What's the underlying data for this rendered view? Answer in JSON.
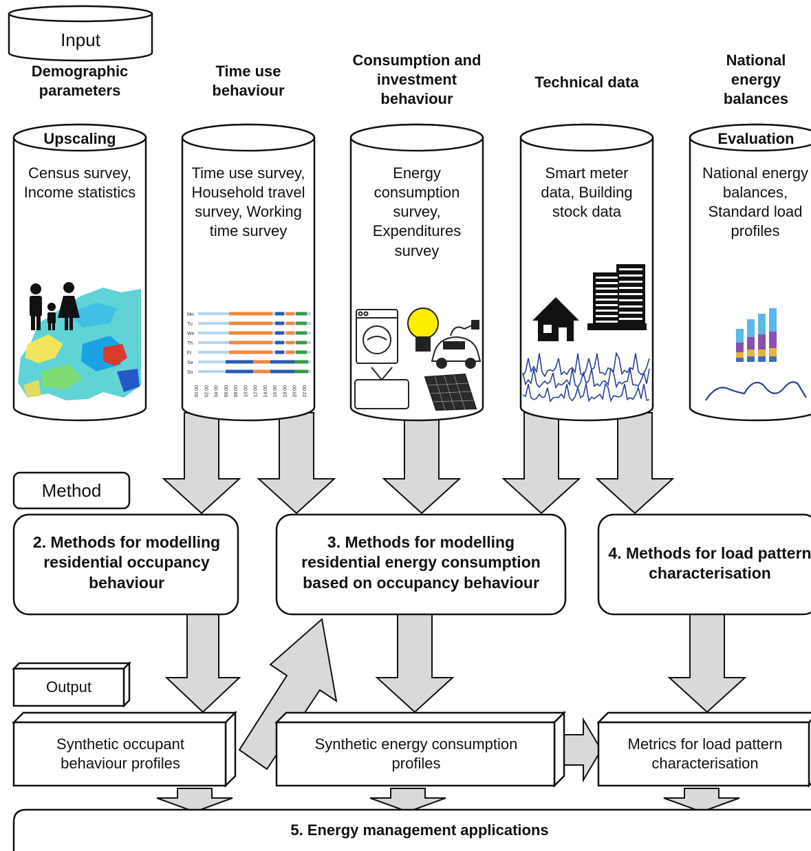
{
  "sections": {
    "input": "Input",
    "method": "Method",
    "output": "Output"
  },
  "columns": [
    {
      "header": "Demographic parameters",
      "cap": "Upscaling",
      "body": "Census survey, Income statistics",
      "illustration": "europe-map-with-family-icon"
    },
    {
      "header": "Time use behaviour",
      "cap": "",
      "body": "Time use survey, Household travel survey, Working time survey",
      "illustration": "time-use-timeline-chart",
      "days": [
        "Mo",
        "Tu",
        "We",
        "Th",
        "Fr",
        "Sa",
        "Su"
      ],
      "times": [
        "00:00",
        "02:00",
        "04:00",
        "06:00",
        "08:00",
        "10:00",
        "12:00",
        "14:00",
        "16:00",
        "18:00",
        "20:00",
        "22:00"
      ]
    },
    {
      "header": "Consumption and investment behaviour",
      "cap": "",
      "body": "Energy consumption survey, Expenditures survey",
      "illustration": "appliances-icons"
    },
    {
      "header": "Technical data",
      "cap": "",
      "body": "Smart meter data, Building stock data",
      "illustration": "buildings-and-load-curves"
    },
    {
      "header": "National energy balances",
      "cap": "Evaluation",
      "body": "National energy balances, Standard load profiles",
      "illustration": "stacked-bars-and-curve"
    }
  ],
  "methods": [
    "2. Methods for modelling residential occupancy behaviour",
    "3. Methods for modelling residential energy consumption based on occupancy behaviour",
    "4. Methods for load pattern characterisation"
  ],
  "outputs": [
    "Synthetic occupant behaviour profiles",
    "Synthetic energy consumption profiles",
    "Metrics for load pattern characterisation"
  ],
  "application": "5. Energy management applications",
  "colors": {
    "arrow_fill": "#d9d9d9",
    "stroke": "#111111",
    "orange": "#f0883a",
    "lightblue": "#b8d4ec",
    "green": "#3a9a4a",
    "blue": "#2a5bb0",
    "curve": "#2b3f9a"
  }
}
